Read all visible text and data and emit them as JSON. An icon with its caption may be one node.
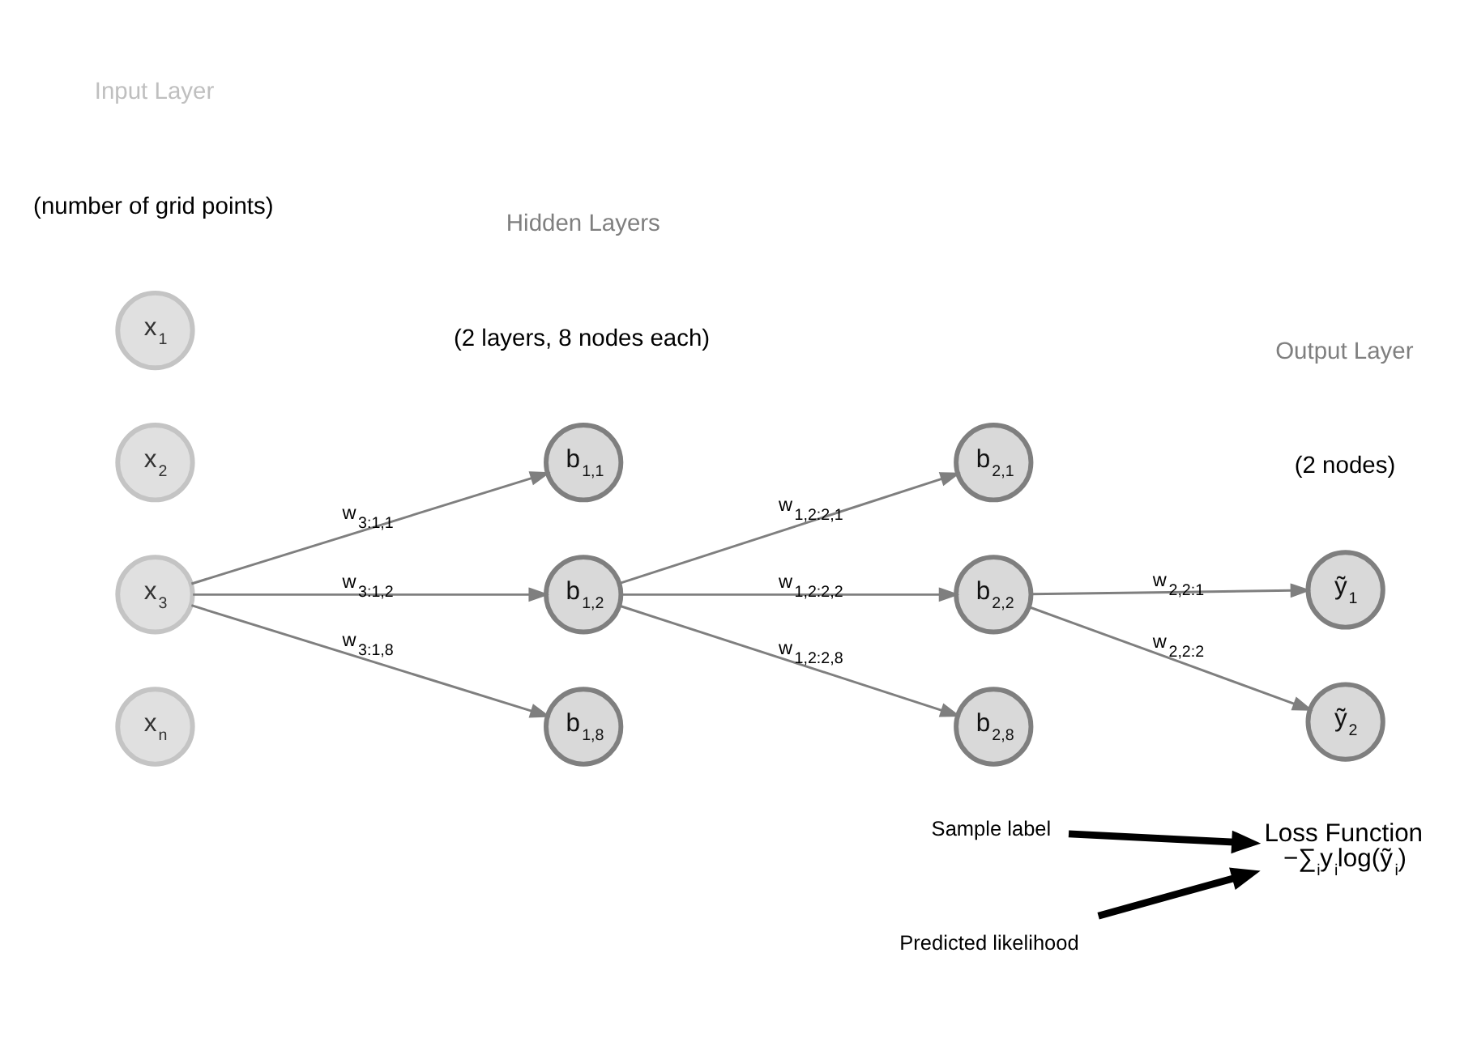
{
  "diagram": {
    "nodes": [
      {
        "text": [
          "x$_{1}$"
        ]
      },
      {
        "text": [
          "x$_{2}$"
        ]
      },
      {
        "text": [
          "x$_{3}$"
        ]
      },
      {
        "text": [
          "x$_{n}$"
        ]
      },
      {
        "text": [
          "b$_{1,1}$"
        ]
      },
      {
        "text": [
          "b$_{1,2}$"
        ]
      },
      {
        "text": [
          "b$_{1,8}$"
        ]
      },
      {
        "text": [
          "b$_{2,1}$"
        ]
      },
      {
        "text": [
          "b$_{2,2}$"
        ]
      },
      {
        "text": [
          "b$_{2,8}$"
        ]
      },
      {
        "text": [
          "ỹ$_{1}$"
        ]
      },
      {
        "text": [
          "ỹ$_{2}$"
        ]
      },
      {
        "text": [
          "Loss Function",
          "−∑$_{i}$y$_{i}$log(ỹ$_{i}$)"
        ]
      },
      {
        "text": [
          "Sample label"
        ]
      },
      {
        "text": [
          "Predicted likelihood"
        ]
      }
    ],
    "edges": [
      {
        "from": 2,
        "to": 4,
        "arrow": "to",
        "label": "w$_{3:1,1}$"
      },
      {
        "from": 2,
        "to": 5,
        "arrow": "to",
        "label": "w$_{3:1,2}$"
      },
      {
        "from": 2,
        "to": 6,
        "arrow": "to",
        "label": "w$_{3:1,8}$"
      },
      {
        "from": 5,
        "to": 7,
        "arrow": "to",
        "label": "w$_{1,2:2,1}$"
      },
      {
        "from": 5,
        "to": 8,
        "arrow": "to",
        "label": "w$_{1,2:2,2}$"
      },
      {
        "from": 5,
        "to": 9,
        "arrow": "to",
        "label": "w$_{1,2:2,8}$"
      },
      {
        "from": 8,
        "to": 10,
        "arrow": "to",
        "label": "w$_{2,2:1}$"
      },
      {
        "from": 8,
        "to": 11,
        "arrow": "to",
        "label": "w$_{2,2:2}$"
      },
      {
        "from": 13,
        "to": 12,
        "arrow": "to",
        "style": "thick",
        "color": "#000000"
      },
      {
        "from": 14,
        "to": 12,
        "arrow": "to",
        "style": "thick",
        "color": "#000000"
      }
    ],
    "labels": [
      "Input Layer",
      "(number of grid points)",
      "Hidden Layers",
      "(2 layers, 8 nodes each)",
      "Output Layer",
      "(2 nodes)"
    ]
  }
}
